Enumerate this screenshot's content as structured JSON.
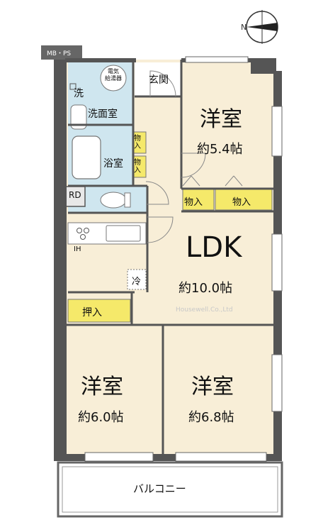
{
  "compass": {
    "letter": "N"
  },
  "mbps": "MB・PS",
  "rooms": {
    "washer": "洗",
    "heater": "電気\n給湯器",
    "washroom": "洗面室",
    "bath": "浴室",
    "entrance": "玄関",
    "rd": "RD",
    "closet_a": "物入",
    "closet_b": "物入",
    "closet_c": "物入",
    "closet_d": "物入",
    "fridge": "冷",
    "ih": "IH",
    "oshiire": "押入",
    "ldk": {
      "name": "LDK",
      "size": "約10.0帖"
    },
    "bed_ne": {
      "name": "洋室",
      "size": "約5.4帖"
    },
    "bed_sw": {
      "name": "洋室",
      "size": "約6.0帖"
    },
    "bed_se": {
      "name": "洋室",
      "size": "約6.8帖"
    },
    "balcony": "バルコニー"
  },
  "watermark": "Housewell.Co.,Ltd",
  "colors": {
    "wall": "#555555",
    "room": "#f8eed7",
    "wet": "#cfe6ef",
    "closet": "#f5e96a",
    "floor_line": "#999999"
  }
}
